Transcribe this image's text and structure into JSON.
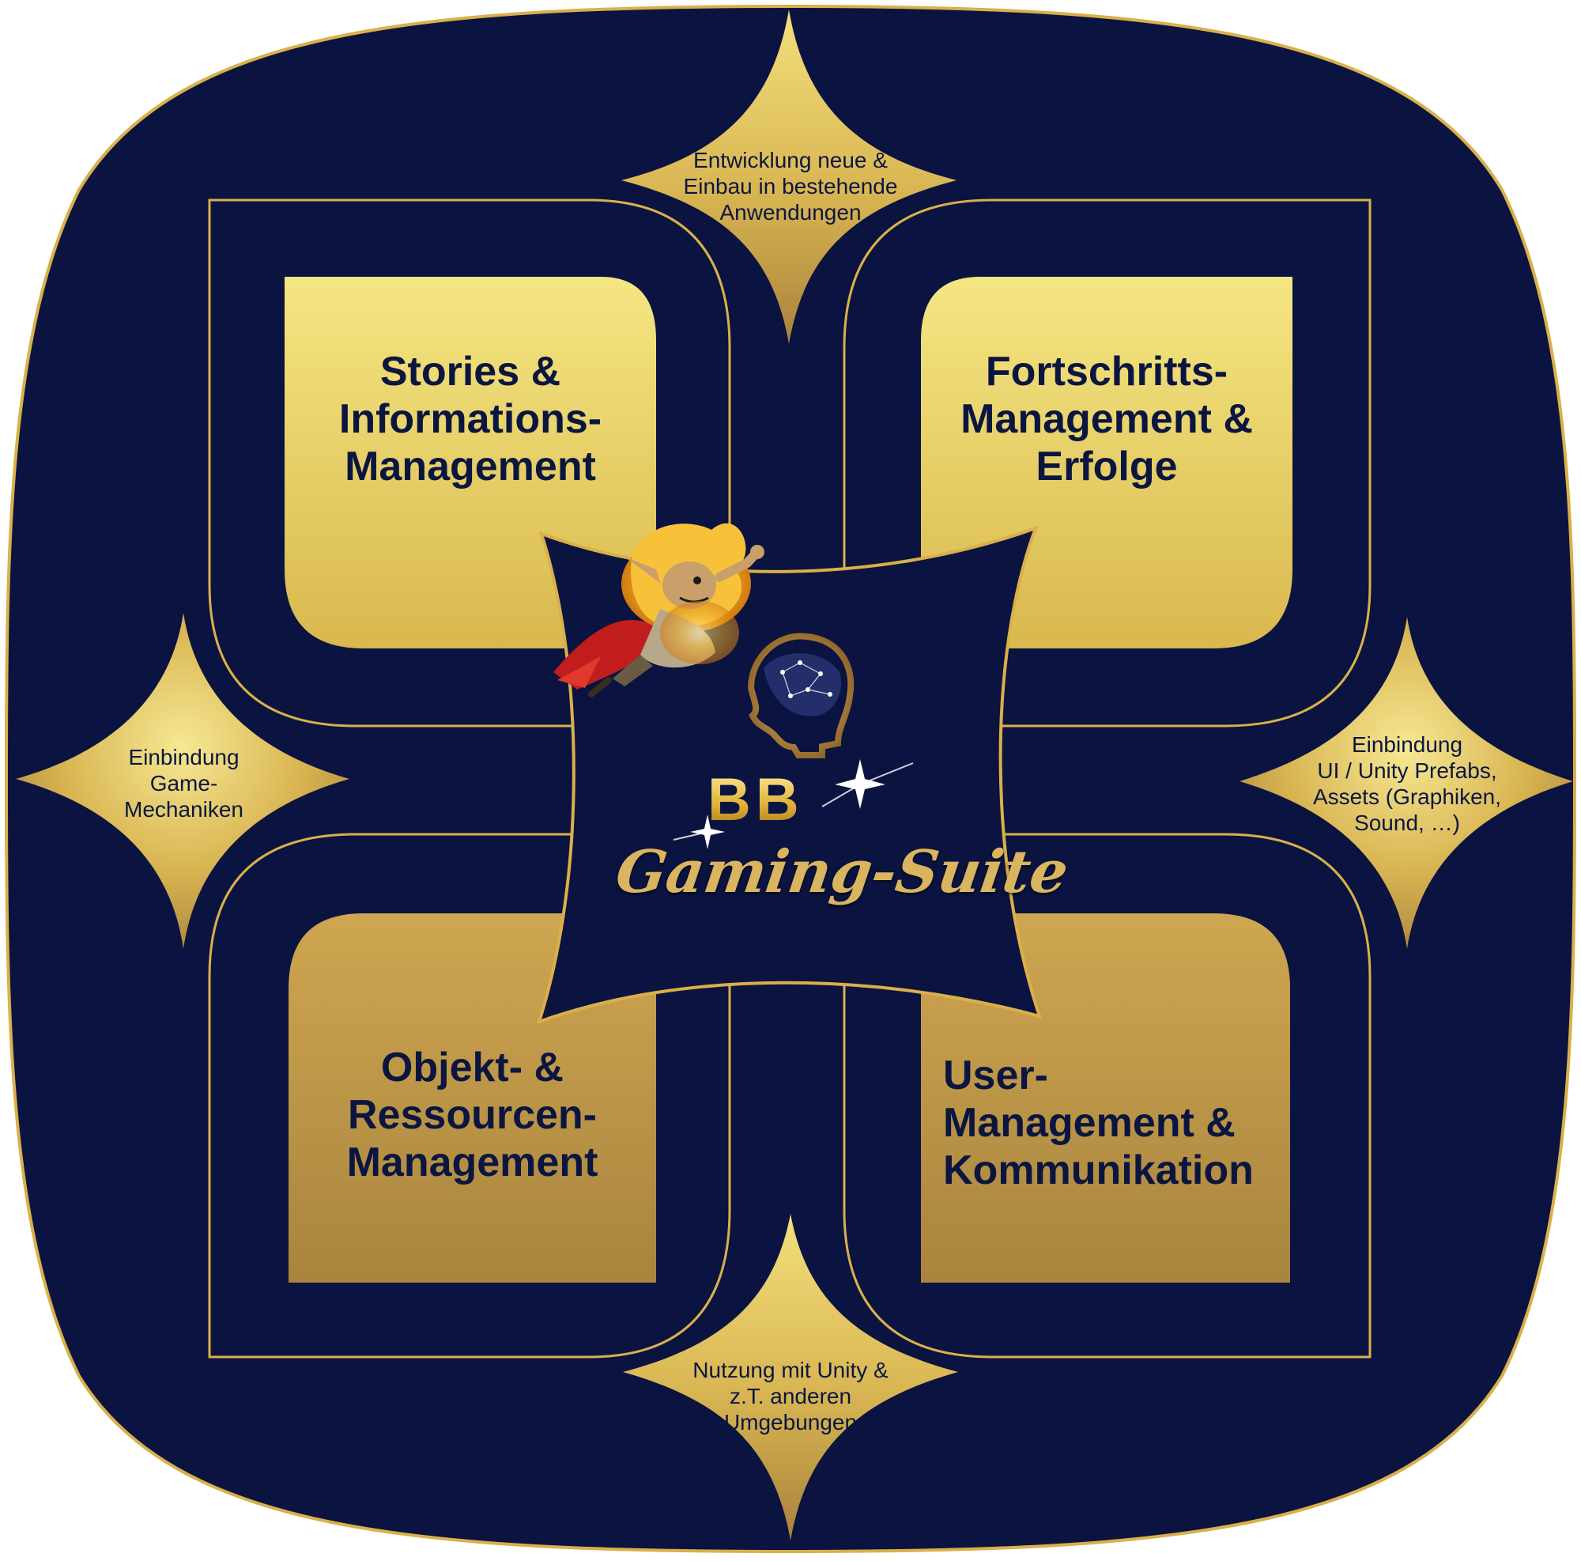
{
  "boxes": {
    "stories": {
      "lines": [
        "Stories &",
        "Informations-",
        "Management"
      ]
    },
    "progress": {
      "lines": [
        "Fortschritts-",
        "Management &",
        "Erfolge"
      ]
    },
    "objects": {
      "lines": [
        "Objekt- &",
        "Ressourcen-",
        "Management"
      ]
    },
    "users": {
      "lines": [
        "User-",
        "Management &",
        "Kommunikation"
      ]
    }
  },
  "stars": {
    "top": {
      "lines": [
        "Entwicklung neue &",
        "Einbau in bestehende",
        "Anwendungen"
      ]
    },
    "left": {
      "lines": [
        "Einbindung",
        "Game-",
        "Mechaniken"
      ]
    },
    "right": {
      "lines": [
        "Einbindung",
        "UI / Unity Prefabs,",
        "Assets (Graphiken,",
        "Sound, …)"
      ]
    },
    "bottom": {
      "lines": [
        "Nutzung mit Unity &",
        "z.T. anderen",
        "Umgebungen"
      ]
    }
  },
  "center": {
    "logo_letters": "BB",
    "suite_name": "Gaming-Suite"
  },
  "icons": {
    "mascot": "flying-goblin-hero-icon",
    "head": "brain-head-icon",
    "sparkle": "sparkle-icon"
  },
  "colors": {
    "navy": "#0b1340",
    "gold_light": "#f0e07a",
    "gold_mid": "#d4a94a",
    "gold_dark": "#a8823a",
    "outline": "#d9b04a"
  }
}
